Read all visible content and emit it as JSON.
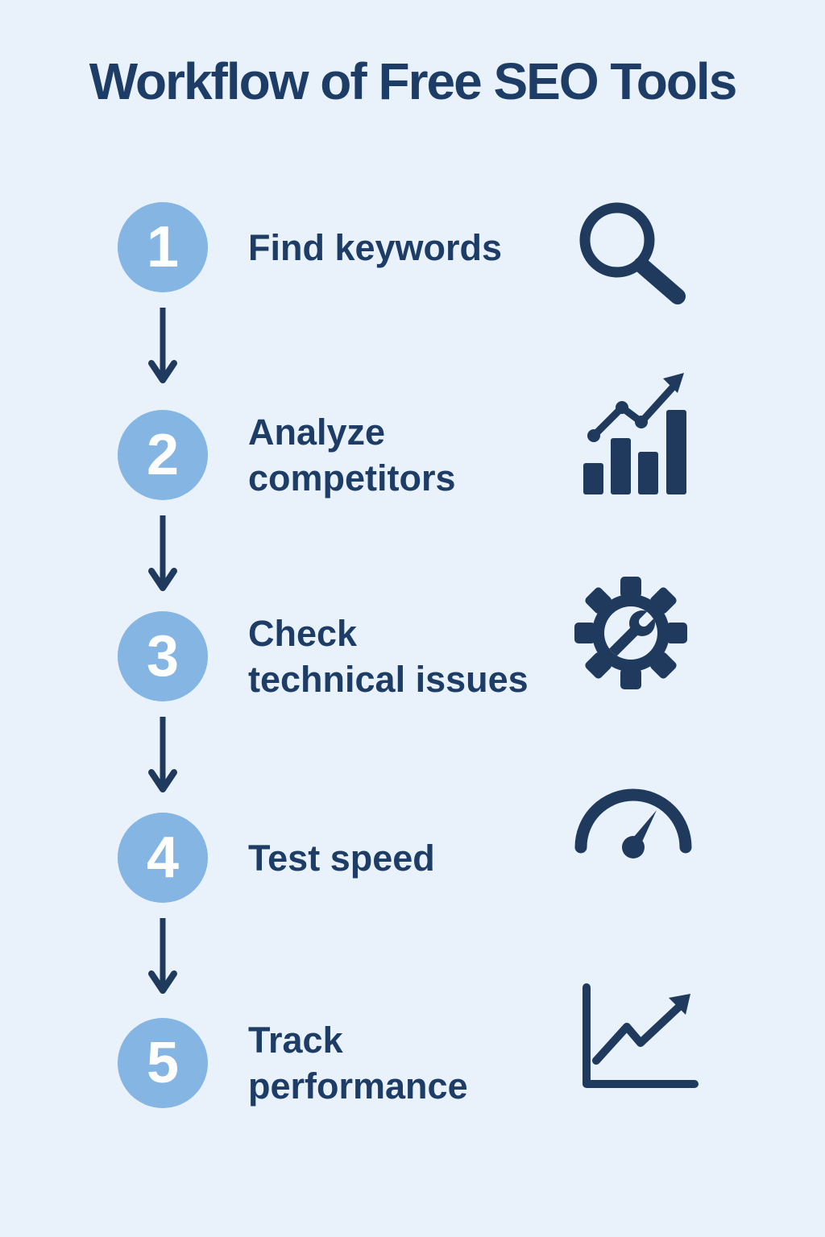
{
  "title": "Workflow of Free SEO Tools",
  "steps": [
    {
      "number": "1",
      "lines": [
        "Find keywords"
      ],
      "icon": "search-icon"
    },
    {
      "number": "2",
      "lines": [
        "Analyze",
        "competitors"
      ],
      "icon": "bar-chart-growth-icon"
    },
    {
      "number": "3",
      "lines": [
        "Check",
        "technical issues"
      ],
      "icon": "gear-wrench-icon"
    },
    {
      "number": "4",
      "lines": [
        "Test speed"
      ],
      "icon": "speedometer-icon"
    },
    {
      "number": "5",
      "lines": [
        "Track",
        "performance"
      ],
      "icon": "line-chart-growth-icon"
    }
  ],
  "colors": {
    "background": "#E9F2FA",
    "step_circle": "#84B5E3",
    "number_text": "#FFFFFF",
    "title_text": "#1E3D66",
    "label_text": "#1E3D66",
    "icon_ink": "#1F3A5C"
  }
}
